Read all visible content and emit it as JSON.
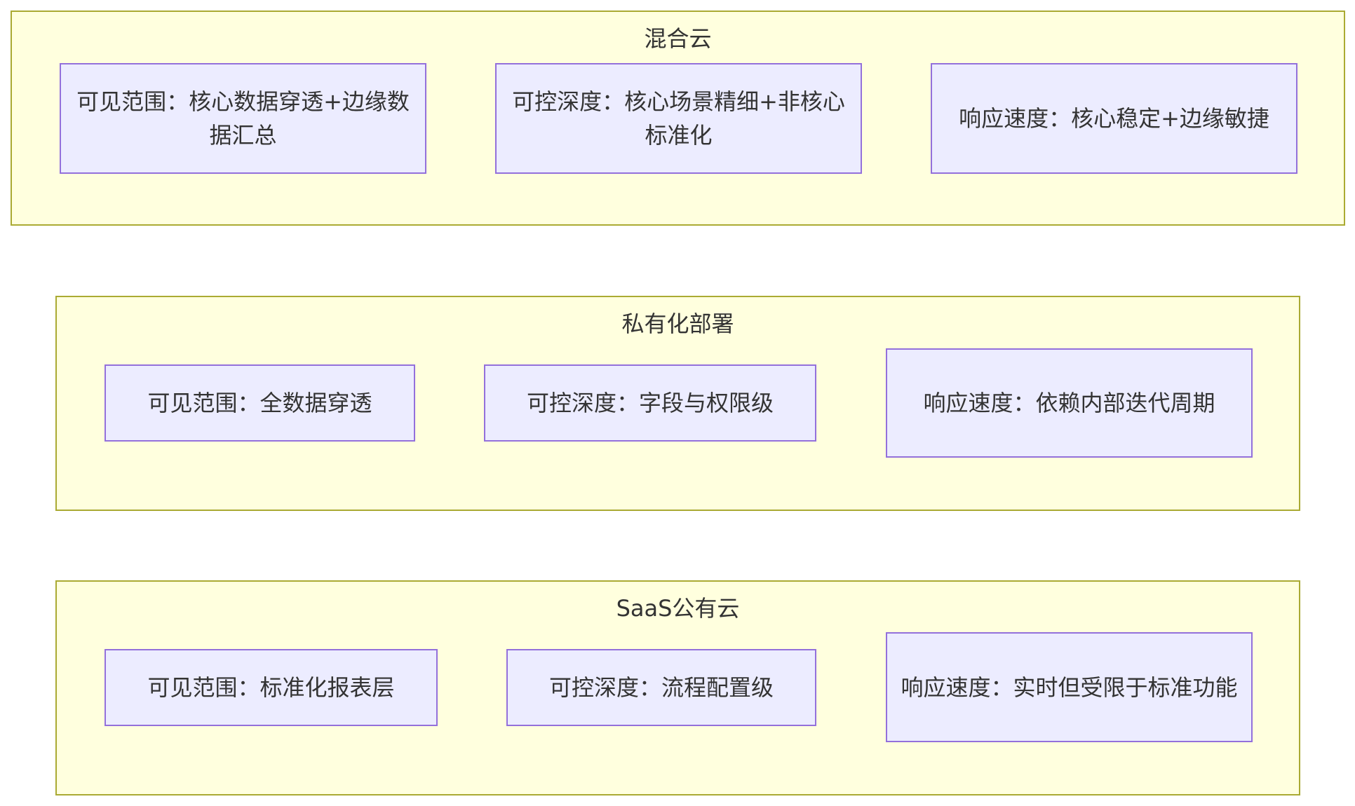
{
  "clusters": [
    {
      "title": "混合云",
      "nodes": [
        "可见范围：核心数据穿透+边缘数据汇总",
        "可控深度：核心场景精细+非核心标准化",
        "响应速度：核心稳定+边缘敏捷"
      ]
    },
    {
      "title": "私有化部署",
      "nodes": [
        "可见范围：全数据穿透",
        "可控深度：字段与权限级",
        "响应速度：依赖内部迭代周期"
      ]
    },
    {
      "title": "SaaS公有云",
      "nodes": [
        "可见范围：标准化报表层",
        "可控深度：流程配置级",
        "响应速度：实时但受限于标准功能"
      ]
    }
  ]
}
